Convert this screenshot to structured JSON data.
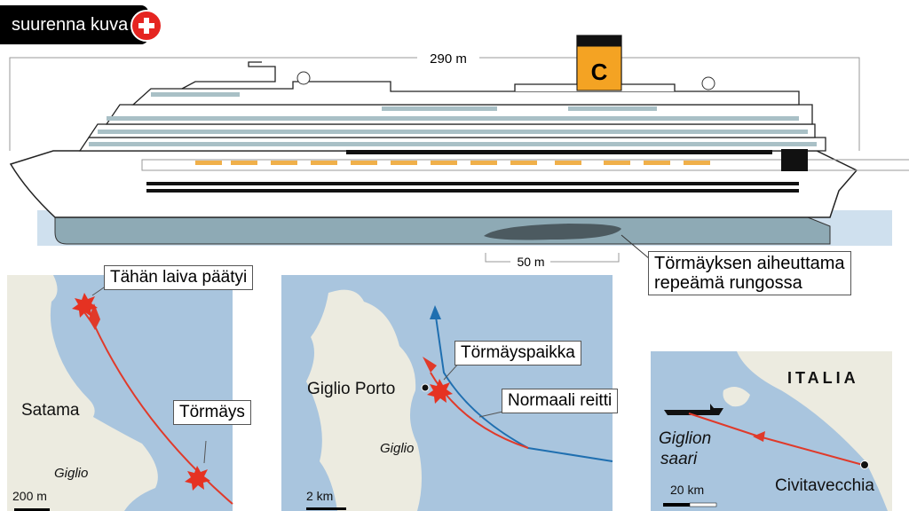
{
  "badge": {
    "label": "suurenna kuva",
    "icon": "plus-icon"
  },
  "ship": {
    "length_label": "290 m",
    "funnel_letter": "C",
    "gash_length_label": "50 m",
    "gash_callout": [
      "Törmäyksen aiheuttama",
      "repeämä rungossa"
    ]
  },
  "map_local": {
    "end_label": "Tähän laiva päätyi",
    "collision_label": "Törmäys",
    "harbor_label": "Satama",
    "island_label": "Giglio",
    "scale_label": "200 m"
  },
  "map_island": {
    "collision_label": "Törmäyspaikka",
    "route_label": "Normaali reitti",
    "town_label": "Giglio Porto",
    "island_label": "Giglio",
    "scale_label": "2 km"
  },
  "map_region": {
    "country_label": "ITALIA",
    "island_label_1": "Giglion",
    "island_label_2": "saari",
    "port_label": "Civitavecchia",
    "scale_label": "20 km"
  },
  "colors": {
    "sea": "#a9c5de",
    "land": "#ecebe0",
    "route_red": "#e03a2a",
    "route_blue": "#1f6fb0",
    "badge_red": "#e52521"
  }
}
